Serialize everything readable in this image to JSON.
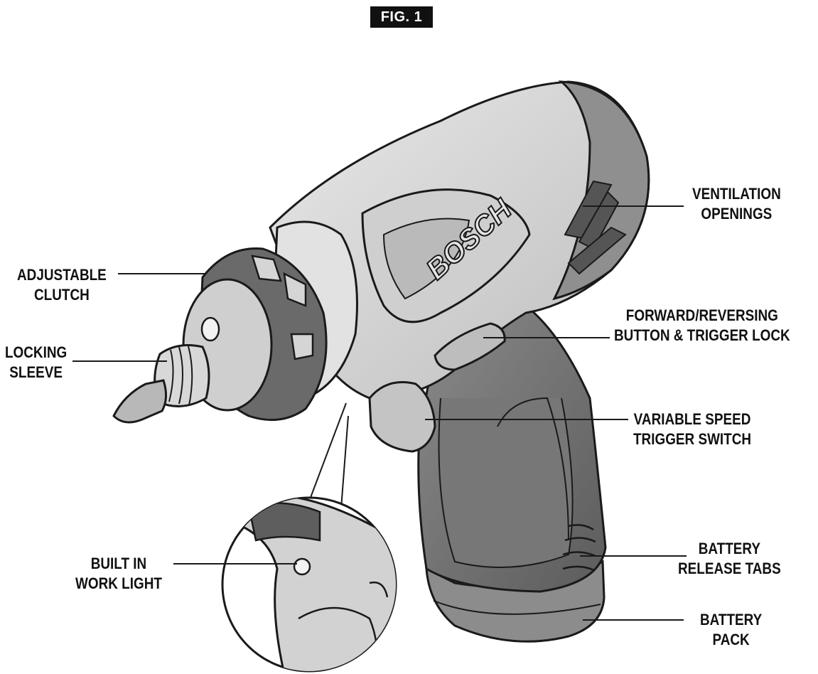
{
  "figure_label": "FIG. 1",
  "brand_mark": "BOSCH",
  "callouts": {
    "ventilation": {
      "line1": "VENTILATION",
      "line2": "OPENINGS"
    },
    "clutch": {
      "line1": "ADJUSTABLE",
      "line2": "CLUTCH"
    },
    "locking": {
      "line1": "LOCKING",
      "line2": "SLEEVE"
    },
    "forward": {
      "line1": "FORWARD/REVERSING",
      "line2": "BUTTON & TRIGGER LOCK"
    },
    "trigger": {
      "line1": "VARIABLE SPEED",
      "line2": "TRIGGER SWITCH"
    },
    "worklight": {
      "line1": "BUILT IN",
      "line2": "WORK LIGHT"
    },
    "release": {
      "line1": "BATTERY",
      "line2": "RELEASE TABS"
    },
    "pack": {
      "line1": "BATTERY",
      "line2": "PACK"
    }
  },
  "colors": {
    "ink": "#1a1a1a",
    "body_light": "#d9d9d9",
    "body_mid": "#a8a8a8",
    "body_dark": "#6e6e6e",
    "fig_bg": "#111111"
  }
}
